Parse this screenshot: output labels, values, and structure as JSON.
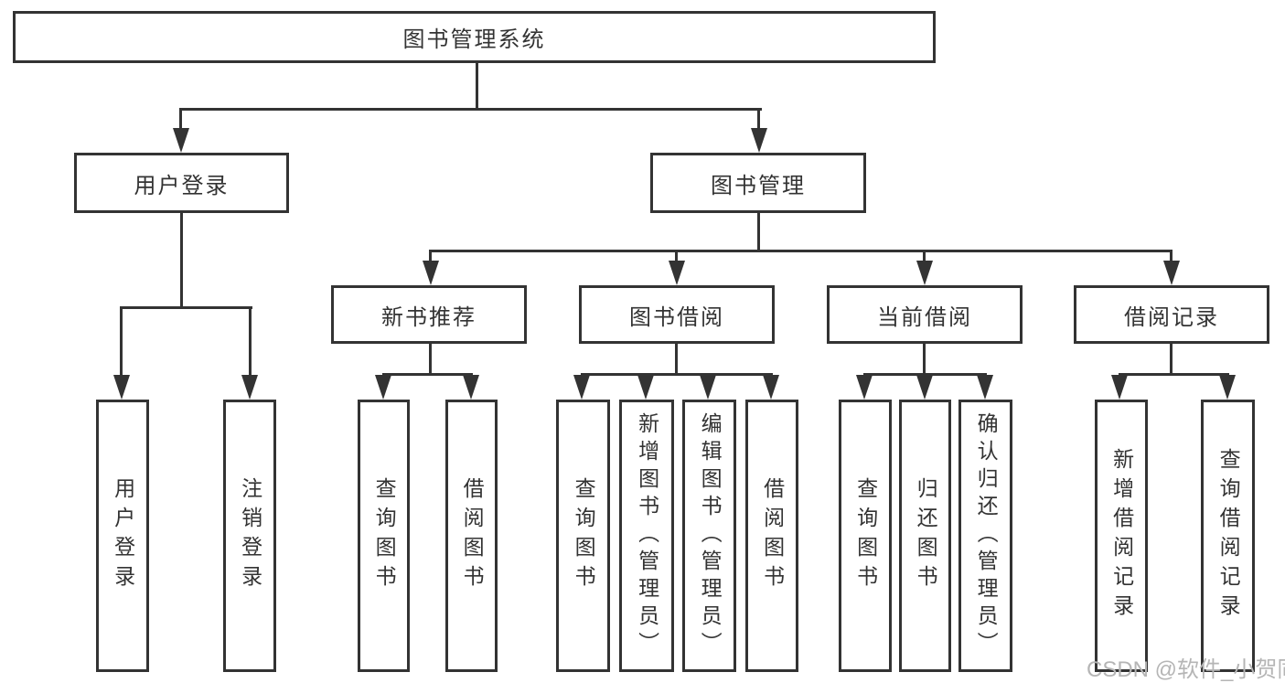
{
  "diagram": {
    "root": {
      "label": "图书管理系统"
    },
    "level2": [
      {
        "label": "用户登录"
      },
      {
        "label": "图书管理"
      }
    ],
    "level3": [
      {
        "label": "新书推荐"
      },
      {
        "label": "图书借阅"
      },
      {
        "label": "当前借阅"
      },
      {
        "label": "借阅记录"
      }
    ],
    "leaves": {
      "user_login": [
        "用户登录",
        "注销登录"
      ],
      "new_book": [
        "查询图书",
        "借阅图书"
      ],
      "book_borrow": [
        "查询图书",
        "新增图书（管理员）",
        "编辑图书（管理员）",
        "借阅图书"
      ],
      "current_borrow": [
        "查询图书",
        "归还图书",
        "确认归还（管理员）"
      ],
      "borrow_record": [
        "新增借阅记录",
        "查询借阅记录"
      ]
    }
  },
  "watermark": {
    "text": "CSDN @软件_小贺同学"
  },
  "colors": {
    "line": "#333333",
    "text": "#333333",
    "watermark": "#b5b5b5",
    "background": "#ffffff"
  }
}
